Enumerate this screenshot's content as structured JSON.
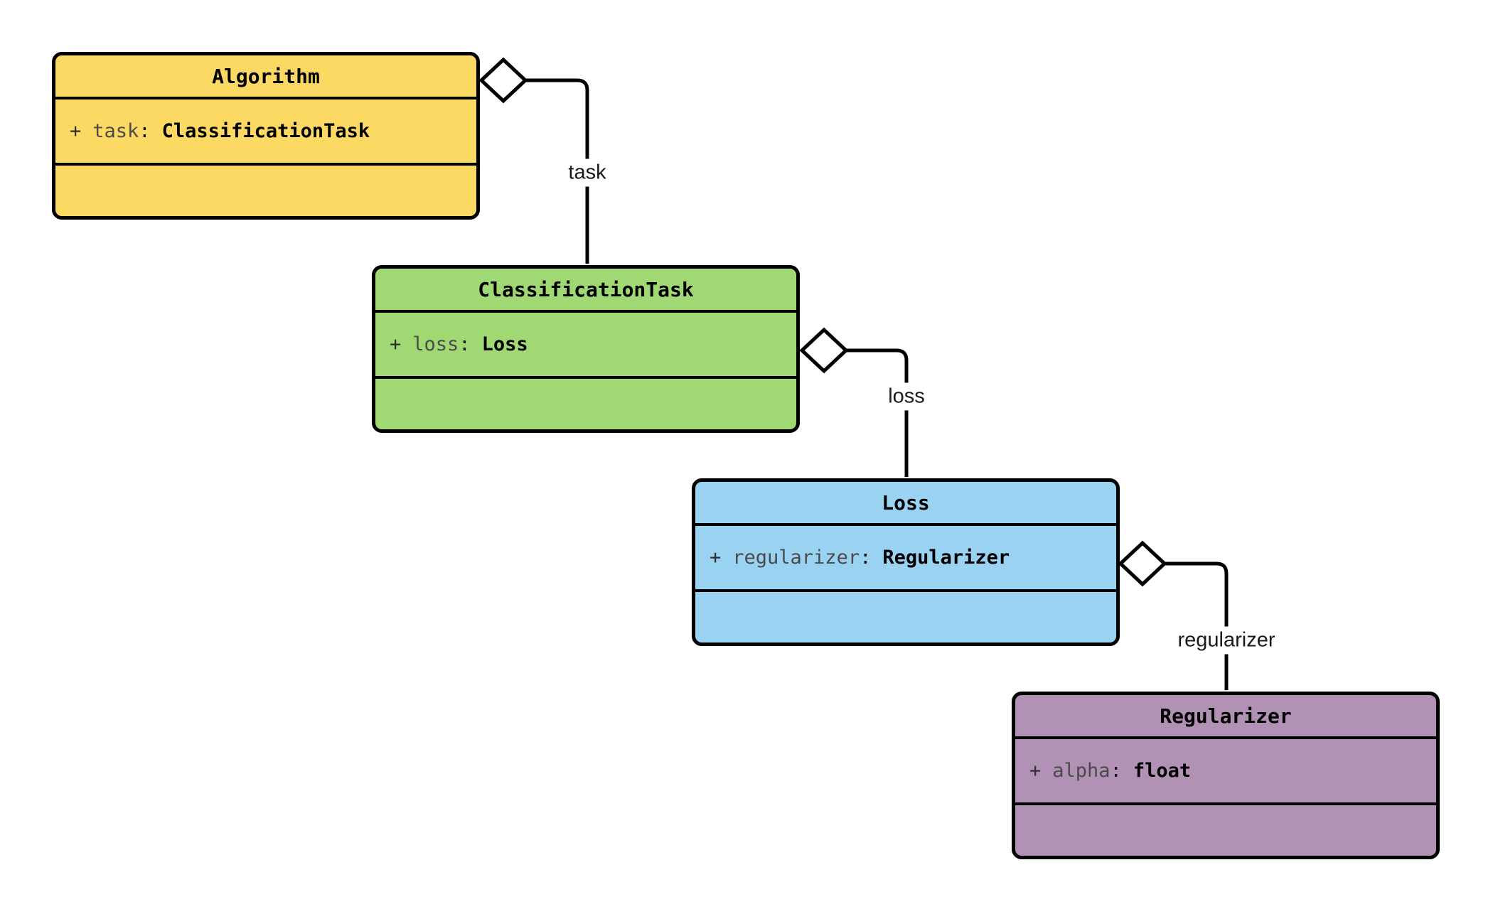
{
  "diagram": {
    "type": "uml-class-diagram",
    "classes": [
      {
        "name": "Algorithm",
        "fill": "#FBD963",
        "attributes": [
          {
            "visibility": "+",
            "name": "task",
            "separator": ":",
            "type": "ClassificationTask"
          }
        ],
        "methods": []
      },
      {
        "name": "ClassificationTask",
        "fill": "#A0D873",
        "attributes": [
          {
            "visibility": "+",
            "name": "loss",
            "separator": ":",
            "type": "Loss"
          }
        ],
        "methods": []
      },
      {
        "name": "Loss",
        "fill": "#9AD2F2",
        "attributes": [
          {
            "visibility": "+",
            "name": "regularizer",
            "separator": ":",
            "type": "Regularizer"
          }
        ],
        "methods": []
      },
      {
        "name": "Regularizer",
        "fill": "#B292B4",
        "attributes": [
          {
            "visibility": "+",
            "name": "alpha",
            "separator": ":",
            "type": "float"
          }
        ],
        "methods": []
      }
    ],
    "edges": [
      {
        "label": "task",
        "from": "Algorithm",
        "to": "ClassificationTask",
        "kind": "aggregation"
      },
      {
        "label": "loss",
        "from": "ClassificationTask",
        "to": "Loss",
        "kind": "aggregation"
      },
      {
        "label": "regularizer",
        "from": "Loss",
        "to": "Regularizer",
        "kind": "aggregation"
      }
    ],
    "colors": {
      "background": "#FFFFFF",
      "border": "#000000",
      "edge_line": "#000000",
      "diamond_fill": "#FFFFFF",
      "attribute_name": "#4A4A4A"
    }
  }
}
